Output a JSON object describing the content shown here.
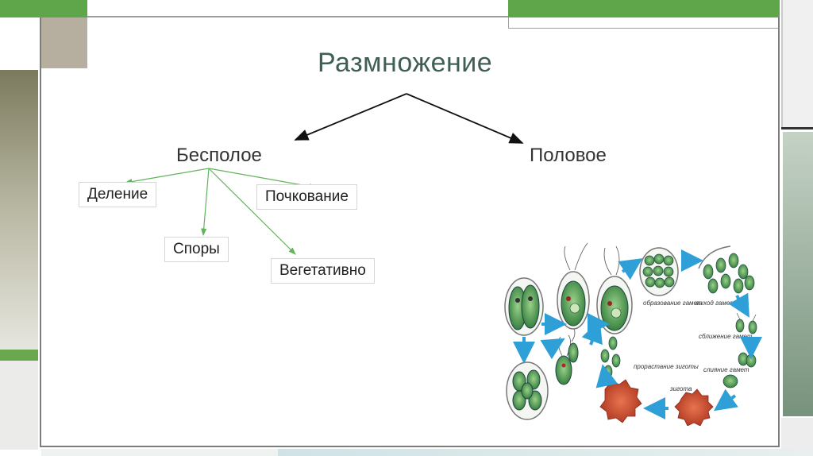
{
  "diagram": {
    "title": "Размножение",
    "branches": {
      "asexual": "Бесполое",
      "sexual": "Половое"
    },
    "asexual_types": [
      "Деление",
      "Почкование",
      "Споры",
      "Вегетативно"
    ]
  },
  "illustration": {
    "captions": {
      "gamete_formation": "образование гамет",
      "gamete_exit": "выход гамет",
      "gamete_approach": "сближение гамет",
      "gamete_fusion": "слияние гамет",
      "zygote": "зигота",
      "zygote_germination": "прорастание зиготы"
    }
  },
  "colors": {
    "accent_green": "#6aa84f",
    "title_color": "#3f5f55",
    "arrow_blue": "#2f9fd8",
    "tree_arrow_green": "#62b35b"
  }
}
